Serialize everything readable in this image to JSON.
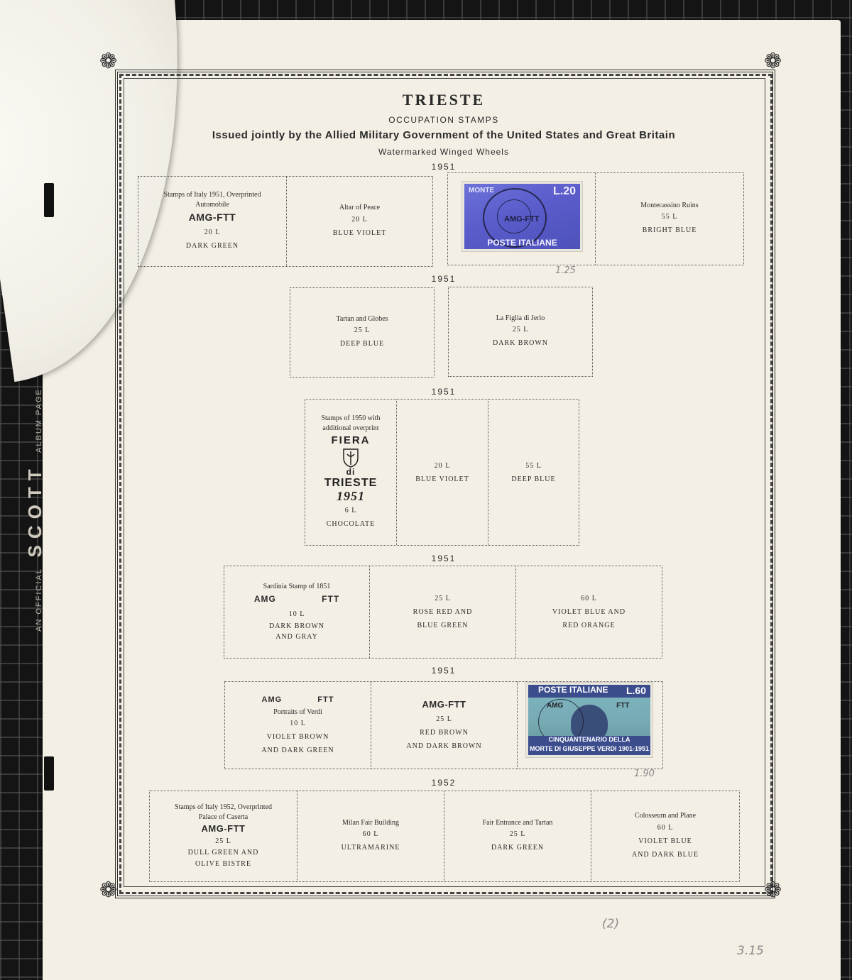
{
  "page": {
    "title": "TRIESTE",
    "subtitle": "OCCUPATION STAMPS",
    "issued_by": "Issued jointly by the Allied Military Government of the United States and Great Britain",
    "watermark": "Watermarked Winged Wheels",
    "side_text_left": "AN OFFICIAL",
    "side_text_brand": "SCOTT",
    "side_text_right": "ALBUM PAGE"
  },
  "sections": [
    {
      "year": "1951",
      "cells": [
        {
          "desc": "Stamps of Italy 1951, Overprinted Automobile",
          "overprint": "AMG-FTT",
          "value": "20 L",
          "color": "DARK GREEN"
        },
        {
          "desc": "Altar of Peace",
          "value": "20 L",
          "color": "BLUE VIOLET"
        },
        {
          "stamp_text_top": "MONTE",
          "stamp_value": "L.20",
          "stamp_overprint": "AMG-FTT",
          "stamp_bottom": "POSTE ITALIANE"
        },
        {
          "desc": "Montecassino Ruins",
          "value": "55 L",
          "color": "BRIGHT BLUE"
        }
      ],
      "pencil_note": "1.25"
    },
    {
      "year": "1951",
      "cells": [
        {
          "desc": "Tartan and Globes",
          "value": "25 L",
          "color": "DEEP BLUE"
        },
        {
          "desc": "La Figlia di Jerio",
          "value": "25 L",
          "color": "DARK BROWN"
        }
      ]
    },
    {
      "year": "1951",
      "cells": [
        {
          "desc": "Stamps of 1950 with additional overprint",
          "fiera": "FIERA",
          "di": "di",
          "trieste": "TRIESTE",
          "yr": "1951",
          "value": "6 L",
          "color": "CHOCOLATE"
        },
        {
          "value": "20 L",
          "color": "BLUE VIOLET"
        },
        {
          "value": "55 L",
          "color": "DEEP BLUE"
        }
      ]
    },
    {
      "year": "1951",
      "cells": [
        {
          "desc": "Sardinia Stamp of 1851",
          "overprint": "AMG FTT",
          "value": "10 L",
          "color1": "DARK BROWN",
          "color2": "AND GRAY"
        },
        {
          "value": "25 L",
          "color1": "ROSE RED AND",
          "color2": "BLUE GREEN"
        },
        {
          "value": "60 L",
          "color1": "VIOLET BLUE AND",
          "color2": "RED ORANGE"
        }
      ]
    },
    {
      "year": "1951",
      "cells": [
        {
          "overprint": "AMG FTT",
          "desc": "Portraits of Verdi",
          "value": "10 L",
          "color1": "VIOLET BROWN",
          "color2": "AND DARK GREEN"
        },
        {
          "overprint": "AMG-FTT",
          "value": "25 L",
          "color1": "RED BROWN",
          "color2": "AND DARK BROWN"
        },
        {
          "stamp_banner": "POSTE ITALIANE",
          "stamp_value": "L.60",
          "stamp_overprint": "AMG FTT",
          "stamp_line1": "CINQUANTENARIO DELLA",
          "stamp_line2": "MORTE DI GIUSEPPE VERDI 1901-1951"
        }
      ],
      "pencil_note": "1.90"
    },
    {
      "year": "1952",
      "cells": [
        {
          "desc1": "Stamps of Italy 1952, Overprinted",
          "desc2": "Palace of Caserta",
          "overprint": "AMG-FTT",
          "value": "25 L",
          "color1": "DULL GREEN AND",
          "color2": "OLIVE BISTRE"
        },
        {
          "desc": "Milan Fair Building",
          "value": "60 L",
          "color": "ULTRAMARINE"
        },
        {
          "desc": "Fair Entrance and Tartan",
          "value": "25 L",
          "color": "DARK GREEN"
        },
        {
          "desc": "Colosseum and Plane",
          "value": "60 L",
          "color1": "VIOLET BLUE",
          "color2": "AND DARK BLUE"
        }
      ]
    }
  ],
  "pencil": {
    "page_number": "(2)",
    "total": "3.15"
  }
}
